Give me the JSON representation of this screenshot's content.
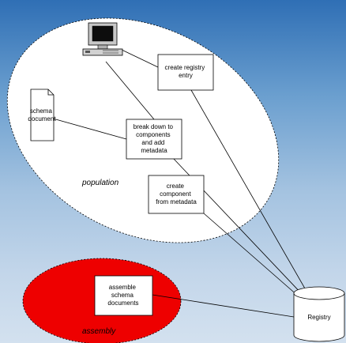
{
  "regions": {
    "population": "population",
    "assembly": "assembly"
  },
  "boxes": {
    "create_registry_entry": [
      "create registry",
      "entry"
    ],
    "break_down": [
      "break down to",
      "components",
      "and add",
      "metadata"
    ],
    "create_component": [
      "create",
      "component",
      "from metadata"
    ],
    "assemble": [
      "assemble",
      "schema",
      "documents"
    ]
  },
  "schema_document": [
    "schema",
    "document"
  ],
  "registry": "Registry",
  "colors": {
    "population_fill": "#ffffff",
    "assembly_fill": "#ee0000",
    "outline": "#000000"
  },
  "icons": {
    "computer": "computer-icon",
    "document": "document-icon",
    "database": "database-cylinder-icon"
  }
}
